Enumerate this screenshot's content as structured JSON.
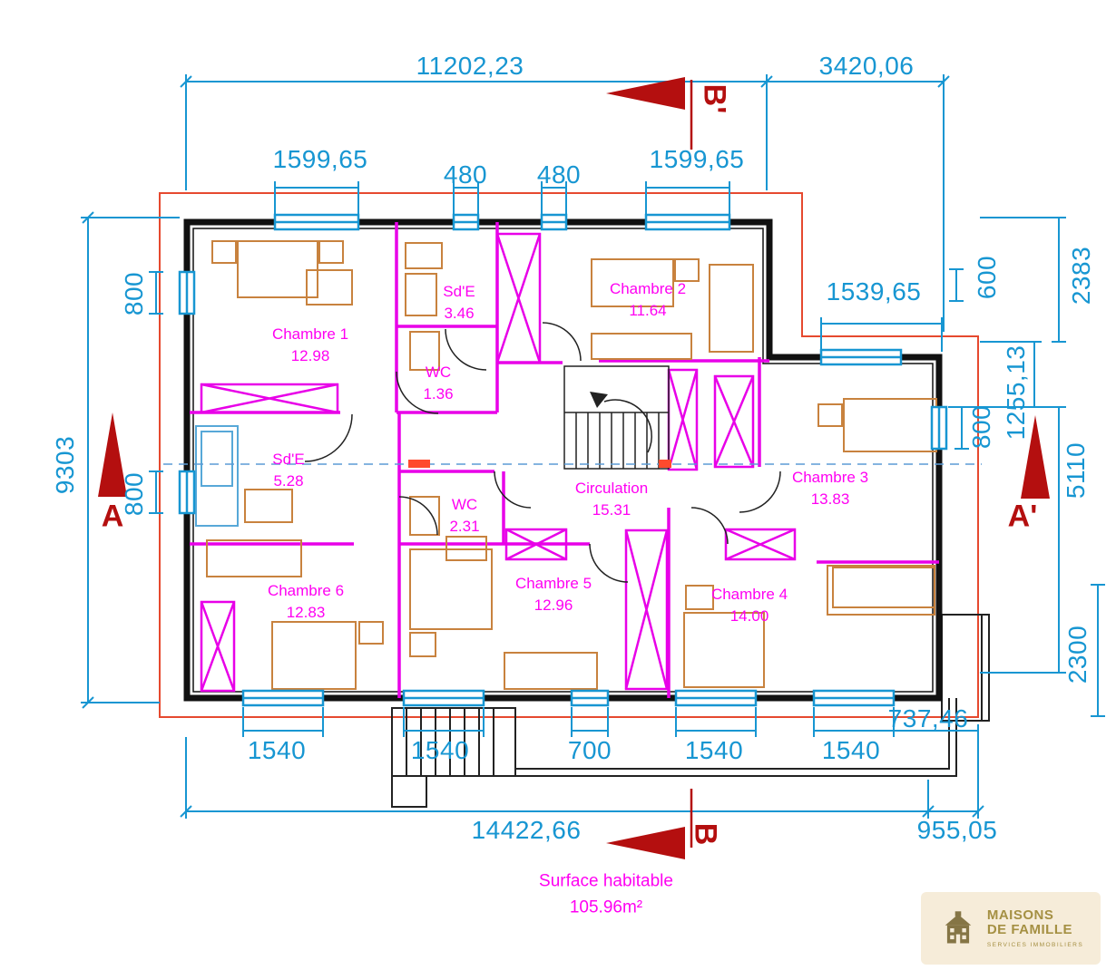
{
  "colors": {
    "dimension": "#1796d2",
    "room_label": "#ff00f2",
    "section_marker": "#b40f0f",
    "wall": "#1a1a1a",
    "interior_wall": "#e800e8",
    "furniture": "#c8823e",
    "overhang": "#e6492f",
    "logo_bg": "#f6ecd9",
    "logo_text": "#a59043"
  },
  "dimensions": {
    "top_total_left": "11202,23",
    "top_total_right": "3420,06",
    "win_c1": "1599,65",
    "win_480_a": "480",
    "win_480_b": "480",
    "win_c2": "1599,65",
    "notch_width": "1539,65",
    "notch_height": "600",
    "right_2383": "2383",
    "right_1255": "1255,13",
    "right_800": "800",
    "right_5110": "5110",
    "right_2300": "2300",
    "left_9303": "9303",
    "left_800_top": "800",
    "left_800_bottom": "800",
    "bottom_win_1": "1540",
    "bottom_win_2": "1540",
    "bottom_win_3": "700",
    "bottom_win_4": "1540",
    "bottom_win_5": "1540",
    "bottom_737": "737,46",
    "bottom_total_left": "14422,66",
    "bottom_total_right": "955,05"
  },
  "rooms": {
    "chambre1": {
      "name": "Chambre 1",
      "area": "12.98"
    },
    "chambre2": {
      "name": "Chambre 2",
      "area": "11.64"
    },
    "chambre3": {
      "name": "Chambre 3",
      "area": "13.83"
    },
    "chambre4": {
      "name": "Chambre 4",
      "area": "14.00"
    },
    "chambre5": {
      "name": "Chambre 5",
      "area": "12.96"
    },
    "chambre6": {
      "name": "Chambre 6",
      "area": "12.83"
    },
    "sde_top": {
      "name": "Sd'E",
      "area": "3.46"
    },
    "sde_left": {
      "name": "Sd'E",
      "area": "5.28"
    },
    "wc_top": {
      "name": "WC",
      "area": "1.36"
    },
    "wc_mid": {
      "name": "WC",
      "area": "2.31"
    },
    "circulation": {
      "name": "Circulation",
      "area": "15.31"
    }
  },
  "sections": {
    "a": "A",
    "a_prime": "A'",
    "b": "B",
    "b_prime": "B'"
  },
  "surface": {
    "label": "Surface habitable",
    "value": "105.96m²"
  },
  "logo": {
    "line1": "MAISONS",
    "line2": "DE FAMILLE",
    "tagline": "SERVICES IMMOBILIERS"
  }
}
